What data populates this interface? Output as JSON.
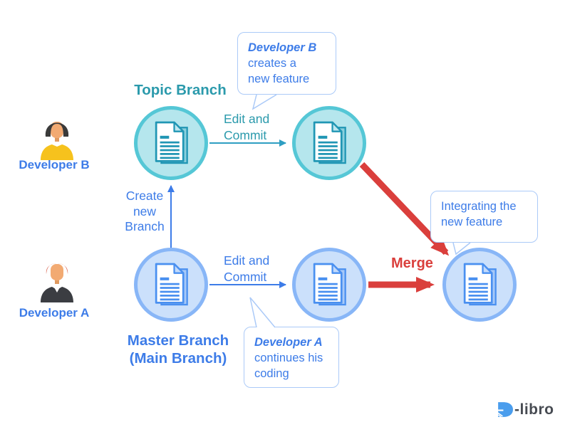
{
  "branches": {
    "topic": {
      "label": "Topic Branch"
    },
    "master": {
      "label": "Master Branch\n(Main Branch)"
    }
  },
  "developers": {
    "b": {
      "label": "Developer B"
    },
    "a": {
      "label": "Developer A"
    }
  },
  "nodes": [
    {
      "id": "topic-1",
      "branch": "topic",
      "icon": "document-icon"
    },
    {
      "id": "topic-2",
      "branch": "topic",
      "icon": "document-icon"
    },
    {
      "id": "master-1",
      "branch": "master",
      "icon": "document-icon"
    },
    {
      "id": "master-2",
      "branch": "master",
      "icon": "document-icon"
    },
    {
      "id": "merge",
      "branch": "master",
      "icon": "document-icon"
    }
  ],
  "edges": {
    "topic_commit": {
      "from": "topic-1",
      "to": "topic-2",
      "label": "Edit and\nCommit"
    },
    "master_commit": {
      "from": "master-1",
      "to": "master-2",
      "label": "Edit and\nCommit"
    },
    "create_branch": {
      "from": "master-1",
      "to": "topic-1",
      "label": "Create\nnew\nBranch"
    },
    "merge_diagonal": {
      "from": "topic-2",
      "to": "merge",
      "label": ""
    },
    "merge": {
      "from": "master-2",
      "to": "merge",
      "label": "Merge"
    }
  },
  "bubbles": {
    "dev_b": {
      "title": "Developer B",
      "body": "creates a\nnew feature"
    },
    "integrating": {
      "body": "Integrating the\nnew feature"
    },
    "dev_a": {
      "title": "Developer A",
      "body": "continues his\ncoding"
    }
  },
  "watermark": {
    "brand": "D-libro",
    "suffix": "-libro"
  },
  "colors": {
    "blue_text": "#3d7ce8",
    "teal_text": "#2b9aac",
    "red_accent": "#da3f3c",
    "teal_node_fill": "#b5e6ed",
    "teal_node_border": "#55c7d6",
    "blue_node_fill": "#cbe0fb",
    "blue_node_border": "#88b6f7",
    "doc_blue": "#4a90f0",
    "doc_teal": "#2096b4",
    "arrow_teal": "#2e9ec2",
    "arrow_blue": "#3d7ce8",
    "bubble_border": "#abcaf8",
    "bubble_text": "#3d7ce8",
    "avatar_skin": "#f2aa72",
    "avatar_b_hair": "#3a3a3a",
    "avatar_b_shirt": "#f6c21d",
    "avatar_a_hair": "#d9604b",
    "avatar_a_suit": "#3b3d42",
    "logo_blue": "#4a9ded",
    "logo_text": "#474b52"
  }
}
